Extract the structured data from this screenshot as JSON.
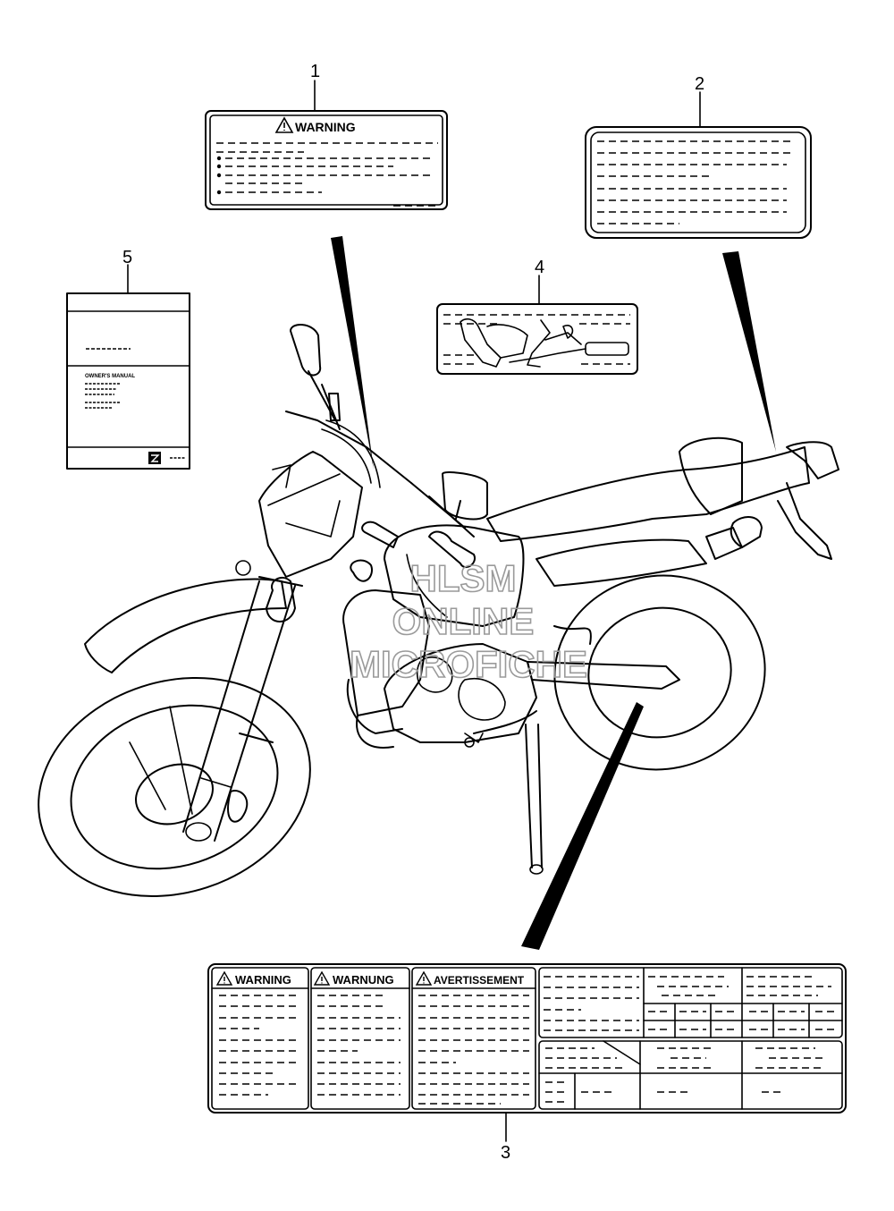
{
  "callouts": [
    {
      "id": "1",
      "label": "1"
    },
    {
      "id": "2",
      "label": "2"
    },
    {
      "id": "3",
      "label": "3"
    },
    {
      "id": "4",
      "label": "4"
    },
    {
      "id": "5",
      "label": "5"
    }
  ],
  "labels": {
    "label1_heading": "WARNING",
    "label3_heading_en": "WARNING",
    "label3_heading_de": "WARNUNG",
    "label3_heading_fr": "AVERTISSEMENT",
    "manual_title": "OWNER'S MANUAL"
  },
  "watermark": {
    "line1": "HLSM",
    "line2": "ONLINE",
    "line3": "MICROFICHE",
    "color": "#9a9a9a"
  },
  "icons": {
    "warning": "warning-triangle-icon",
    "brand": "suzuki-s-logo-icon"
  }
}
